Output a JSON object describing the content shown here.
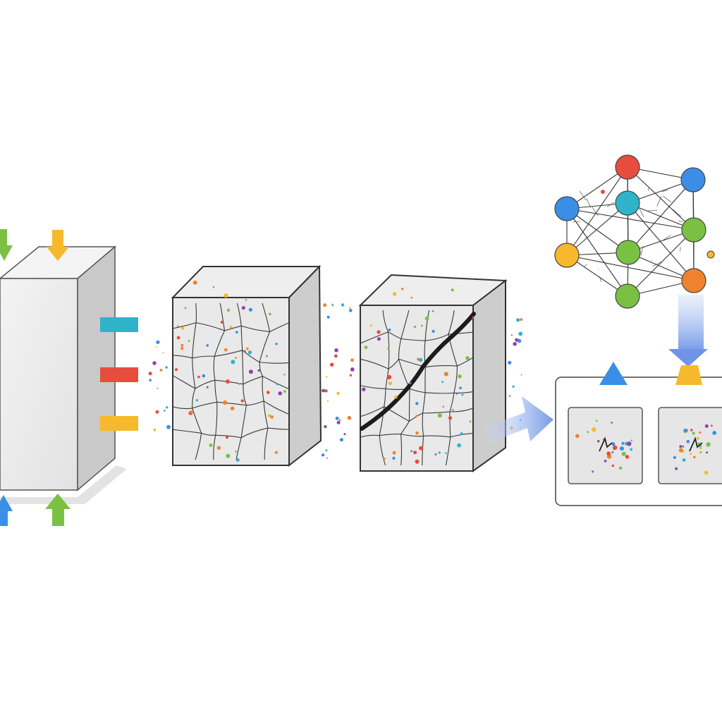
{
  "diagram": {
    "stages": [
      {
        "id": "intact-block",
        "state": "intact"
      },
      {
        "id": "microcracked-block",
        "state": "microcracks"
      },
      {
        "id": "fractured-block",
        "state": "macrocrack"
      },
      {
        "id": "graph-network",
        "state": "graph"
      },
      {
        "id": "output-panel",
        "state": "output"
      }
    ],
    "load_arrows": {
      "top": [
        "#7ac143",
        "#f6b92b"
      ],
      "side": [
        "#2fb3c9",
        "#e74c3c",
        "#f6b92b"
      ],
      "bottom": [
        "#3a8ee6",
        "#7ac143"
      ]
    },
    "network": {
      "node_colors": [
        "#e74c3c",
        "#3a8ee6",
        "#2fb3c9",
        "#3a8ee6",
        "#7ac143",
        "#f6b92b",
        "#7ac143",
        "#f0822e",
        "#7ac143"
      ]
    },
    "output_panels": 2,
    "colors": {
      "block_face": "#ebebeb",
      "block_side": "#cfcfcf",
      "outline": "#333333",
      "flow_arrow": "#6f94e6",
      "particle_palette": [
        "#e74c3c",
        "#3a8ee6",
        "#7ac143",
        "#f6b92b",
        "#8e44ad",
        "#2fb3c9",
        "#f0822e"
      ]
    }
  }
}
